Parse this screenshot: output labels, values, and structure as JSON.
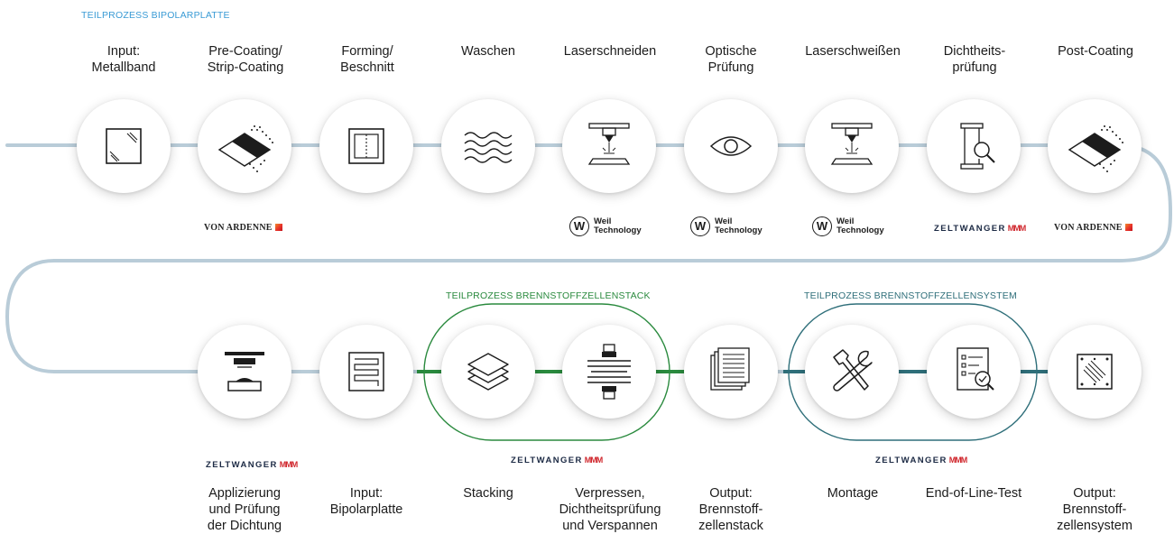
{
  "sections": {
    "bipolar": "TEILPROZESS BIPOLARPLATTE",
    "stack": "TEILPROZESS BRENNSTOFFZELLENSTACK",
    "system": "TEILPROZESS BRENNSTOFFZELLENSYSTEM"
  },
  "top_row": [
    {
      "label": "Input:\nMetallband",
      "icon": "glass-pane-icon"
    },
    {
      "label": "Pre-Coating/\nStrip-Coating",
      "icon": "coating-icon"
    },
    {
      "label": "Forming/\nBeschnitt",
      "icon": "forming-icon"
    },
    {
      "label": "Waschen",
      "icon": "waves-icon"
    },
    {
      "label": "Laserschneiden",
      "icon": "laser-icon"
    },
    {
      "label": "Optische\nPrüfung",
      "icon": "eye-icon"
    },
    {
      "label": "Laserschweißen",
      "icon": "laser-icon"
    },
    {
      "label": "Dichtheits-\nprüfung",
      "icon": "leak-test-icon"
    },
    {
      "label": "Post-Coating",
      "icon": "coating-icon"
    }
  ],
  "bottom_row": [
    {
      "label": "Applizierung\nund Prüfung\nder Dichtung",
      "icon": "press-icon"
    },
    {
      "label": "Input:\nBipolarplatte",
      "icon": "bipolar-plate-icon"
    },
    {
      "label": "Stacking",
      "icon": "layers-icon"
    },
    {
      "label": "Verpressen,\nDichtheitsprüfung\nund Verspannen",
      "icon": "compress-icon"
    },
    {
      "label": "Output:\nBrennstoff-\nzellenstack",
      "icon": "stack-sheets-icon"
    },
    {
      "label": "Montage",
      "icon": "tools-icon"
    },
    {
      "label": "End-of-Line-Test",
      "icon": "checklist-icon"
    },
    {
      "label": "Output:\nBrennstoff-\nzellensystem",
      "icon": "system-panel-icon"
    }
  ],
  "logos": {
    "von_ardenne": "VON ARDENNE",
    "weil_letter": "W",
    "weil_text": "Weil\nTechnology",
    "zeltwanger": "ZELTWANGER",
    "zeltwanger_mark": "MMM"
  },
  "colors": {
    "line": "#b9ccd8",
    "stack_green": "#2a8a3e",
    "system_teal": "#2f6f7a",
    "bipolar_blue": "#3a9bd5"
  }
}
